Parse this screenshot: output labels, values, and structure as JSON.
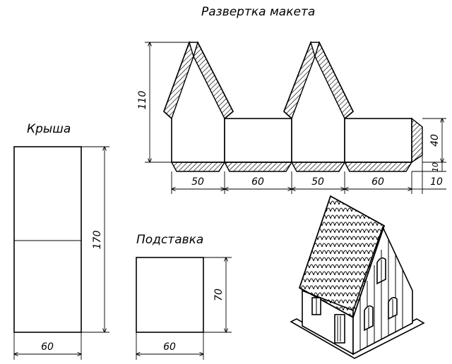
{
  "titles": {
    "net": "Развертка макета",
    "roof": "Крыша",
    "base": "Подставка"
  },
  "dimensions": {
    "net_height": "110",
    "net_widths": [
      "50",
      "60",
      "50",
      "60"
    ],
    "net_flap_height": "40",
    "net_bottom_flap": "10",
    "net_side_flap": "10",
    "roof_height": "170",
    "roof_width": "60",
    "base_height": "70",
    "base_width": "60"
  }
}
